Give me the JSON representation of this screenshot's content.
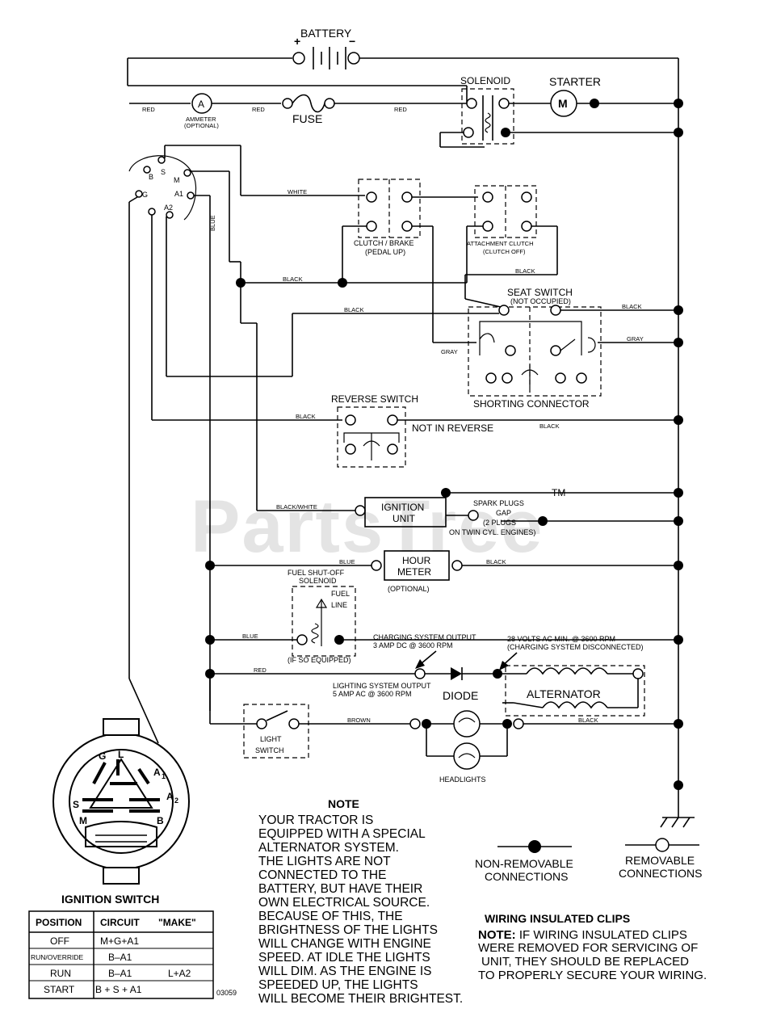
{
  "components": {
    "battery": "BATTERY",
    "battery_pos": "+",
    "battery_neg": "−",
    "solenoid": "SOLENOID",
    "starter": "STARTER",
    "motor": "M",
    "ammeter": "A",
    "ammeter_sub1": "AMMETER",
    "ammeter_sub2": "(OPTIONAL)",
    "fuse": "FUSE",
    "clutch_brake": "CLUTCH / BRAKE",
    "clutch_brake_sub": "(PEDAL UP)",
    "attachment_clutch": "ATTACHMENT CLUTCH",
    "attachment_clutch_sub": "(CLUTCH OFF)",
    "seat_switch": "SEAT SWITCH",
    "seat_switch_sub": "(NOT OCCUPIED)",
    "shorting_connector": "SHORTING CONNECTOR",
    "reverse_switch": "REVERSE SWITCH",
    "not_in_reverse": "NOT IN REVERSE",
    "ignition_unit_1": "IGNITION",
    "ignition_unit_2": "UNIT",
    "spark_plugs_1": "SPARK PLUGS",
    "spark_plugs_2": "GAP",
    "spark_plugs_3": "(2 PLUGS",
    "spark_plugs_4": "ON TWIN CYL. ENGINES)",
    "hour_meter_1": "HOUR",
    "hour_meter_2": "METER",
    "hour_meter_sub": "(OPTIONAL)",
    "fuel_solenoid_1": "FUEL SHUT-OFF",
    "fuel_solenoid_2": "SOLENOID",
    "fuel_line_1": "FUEL",
    "fuel_line_2": "LINE",
    "if_so_equipped": "(IF SO EQUIPPED)",
    "charging_output_1": "CHARGING SYSTEM OUTPUT",
    "charging_output_2": "3 AMP DC @ 3600 RPM",
    "volts_ac_1": "28 VOLTS AC MIN. @ 3600 RPM",
    "volts_ac_2": "(CHARGING SYSTEM DISCONNECTED)",
    "lighting_output_1": "LIGHTING SYSTEM OUTPUT",
    "lighting_output_2": "5 AMP AC @ 3600 RPM",
    "diode": "DIODE",
    "alternator": "ALTERNATOR",
    "light_switch_1": "LIGHT",
    "light_switch_2": "SWITCH",
    "headlights": "HEADLIGHTS"
  },
  "wires": {
    "red": "RED",
    "white": "WHITE",
    "blue": "BLUE",
    "black": "BLACK",
    "gray": "GRAY",
    "black_white": "BLACK/WHITE",
    "brown": "BROWN"
  },
  "switch_terminals": {
    "b": "B",
    "s": "S",
    "m": "M",
    "g": "G",
    "l": "L",
    "a1": "A1",
    "a2": "A2",
    "a_big": "A",
    "sub1": "1",
    "sub2": "2"
  },
  "ignition_switch": {
    "title": "IGNITION SWITCH",
    "headers": [
      "POSITION",
      "CIRCUIT",
      "\"MAKE\""
    ],
    "rows": [
      [
        "OFF",
        "M+G+A1",
        ""
      ],
      [
        "RUN/OVERRIDE",
        "B–A1",
        ""
      ],
      [
        "RUN",
        "B–A1",
        "L+A2"
      ],
      [
        "START",
        "B + S + A1",
        ""
      ]
    ]
  },
  "note": {
    "title": "NOTE",
    "lines": [
      "YOUR TRACTOR IS",
      "EQUIPPED WITH A SPECIAL",
      "ALTERNATOR SYSTEM.",
      "THE LIGHTS ARE NOT",
      "CONNECTED TO THE",
      "BATTERY, BUT HAVE THEIR",
      "OWN ELECTRICAL SOURCE.",
      "BECAUSE OF THIS, THE",
      "BRIGHTNESS OF THE LIGHTS",
      "WILL CHANGE WITH ENGINE",
      "SPEED.  AT IDLE THE LIGHTS",
      "WILL DIM.  AS THE ENGINE IS",
      "SPEEDED UP, THE LIGHTS",
      "WILL BECOME THEIR BRIGHTEST."
    ]
  },
  "legend": {
    "non_removable_1": "NON-REMOVABLE",
    "non_removable_2": "CONNECTIONS",
    "removable_1": "REMOVABLE",
    "removable_2": "CONNECTIONS"
  },
  "clips": {
    "title": "WIRING INSULATED CLIPS",
    "note_label": "NOTE:",
    "line1": " IF WIRING INSULATED CLIPS",
    "line2": "WERE REMOVED FOR SERVICING OF",
    "line3": "UNIT, THEY SHOULD BE REPLACED",
    "line4": "TO PROPERLY SECURE YOUR WIRING."
  },
  "diagram_number": "03059",
  "watermark": "PartsTree",
  "watermark_tm": "TM"
}
